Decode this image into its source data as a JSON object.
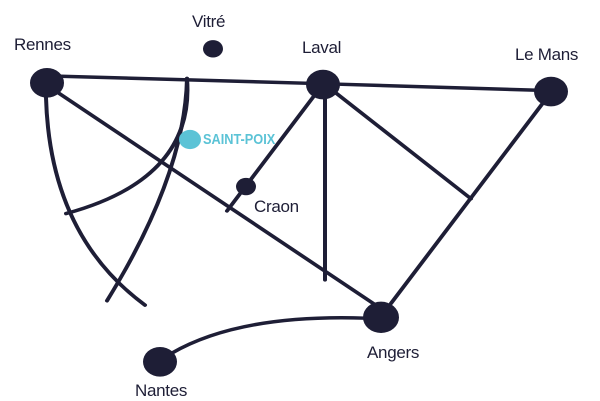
{
  "colors": {
    "network": "#1e1e36",
    "highlight": "#5bc3d6"
  },
  "cities": {
    "rennes": "Rennes",
    "vitre": "Vitré",
    "laval": "Laval",
    "le_mans": "Le Mans",
    "craon": "Craon",
    "angers": "Angers",
    "nantes": "Nantes"
  },
  "highlight": {
    "label": "SAINT-POIX"
  }
}
